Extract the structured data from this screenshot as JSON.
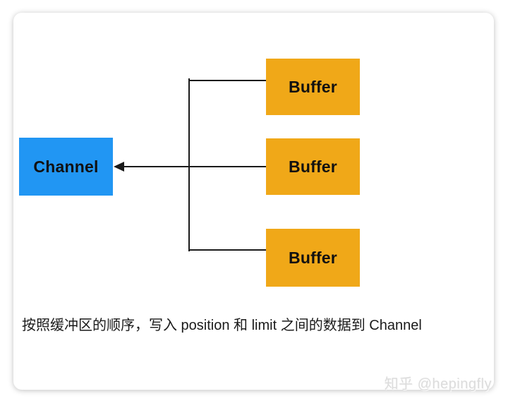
{
  "colors": {
    "channel_fill": "#2196F3",
    "buffer_fill": "#F0A818",
    "connector": "#1A1A1A",
    "caption_text": "#1A1A1A",
    "watermark_text": "#DCDCDC",
    "card_bg": "#FFFFFF"
  },
  "diagram": {
    "channel": {
      "label": "Channel"
    },
    "buffers": [
      {
        "label": "Buffer"
      },
      {
        "label": "Buffer"
      },
      {
        "label": "Buffer"
      }
    ]
  },
  "caption": "按照缓冲区的顺序，写入 position 和 limit 之间的数据到 Channel",
  "watermark": "知乎 @hepingfly"
}
